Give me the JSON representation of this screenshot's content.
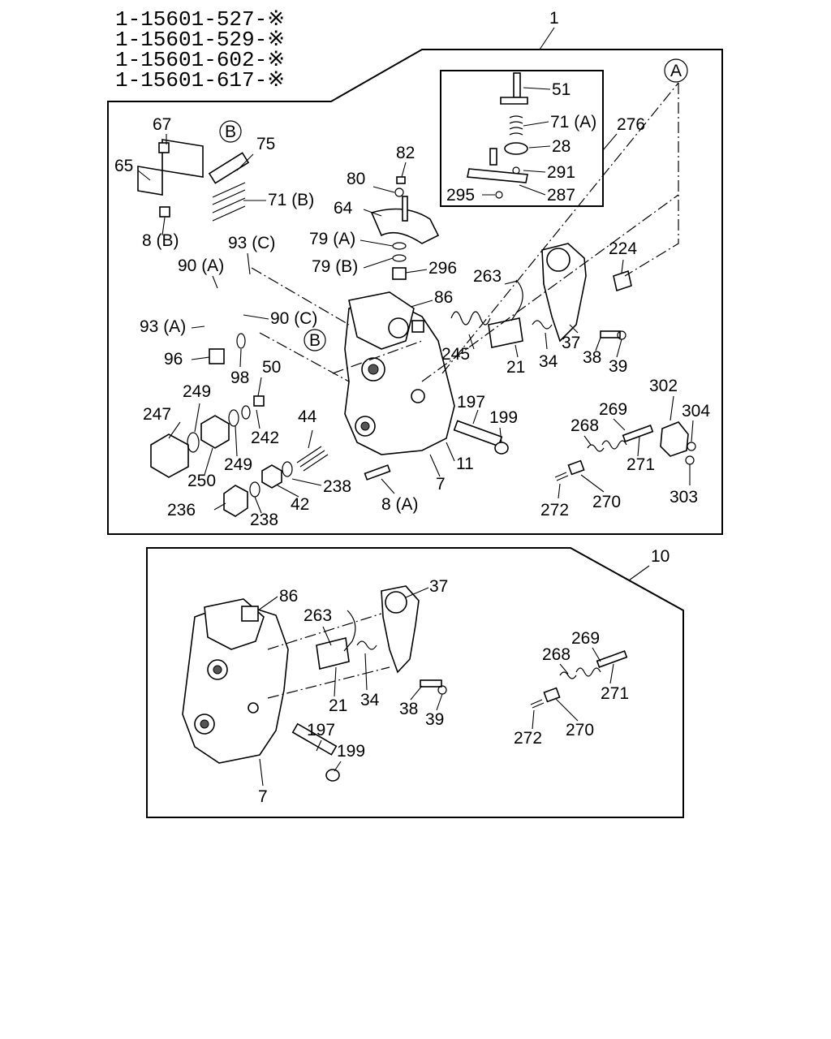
{
  "header": {
    "part_numbers": [
      "1-15601-527-※",
      "1-15601-529-※",
      "1-15601-602-※",
      "1-15601-617-※"
    ]
  },
  "assemblies": {
    "main_label": "1",
    "sub_label": "10",
    "inset_label": "276",
    "callout_a": "A",
    "callout_b": "B"
  },
  "labels_main": [
    "51",
    "71 (A)",
    "28",
    "291",
    "295",
    "287",
    "67",
    "75",
    "65",
    "71 (B)",
    "8 (B)",
    "82",
    "80",
    "64",
    "79 (A)",
    "79 (B)",
    "296",
    "86",
    "93 (C)",
    "90 (A)",
    "90 (C)",
    "93 (A)",
    "96",
    "98",
    "50",
    "224",
    "263",
    "245",
    "21",
    "34",
    "37",
    "38",
    "39",
    "249",
    "247",
    "242",
    "44",
    "197",
    "199",
    "11",
    "7",
    "8 (A)",
    "250",
    "249",
    "238",
    "42",
    "236",
    "238",
    "302",
    "304",
    "269",
    "268",
    "271",
    "272",
    "270",
    "303"
  ],
  "labels_sub": [
    "86",
    "37",
    "263",
    "21",
    "34",
    "38",
    "39",
    "269",
    "268",
    "271",
    "197",
    "199",
    "272",
    "270",
    "7"
  ]
}
